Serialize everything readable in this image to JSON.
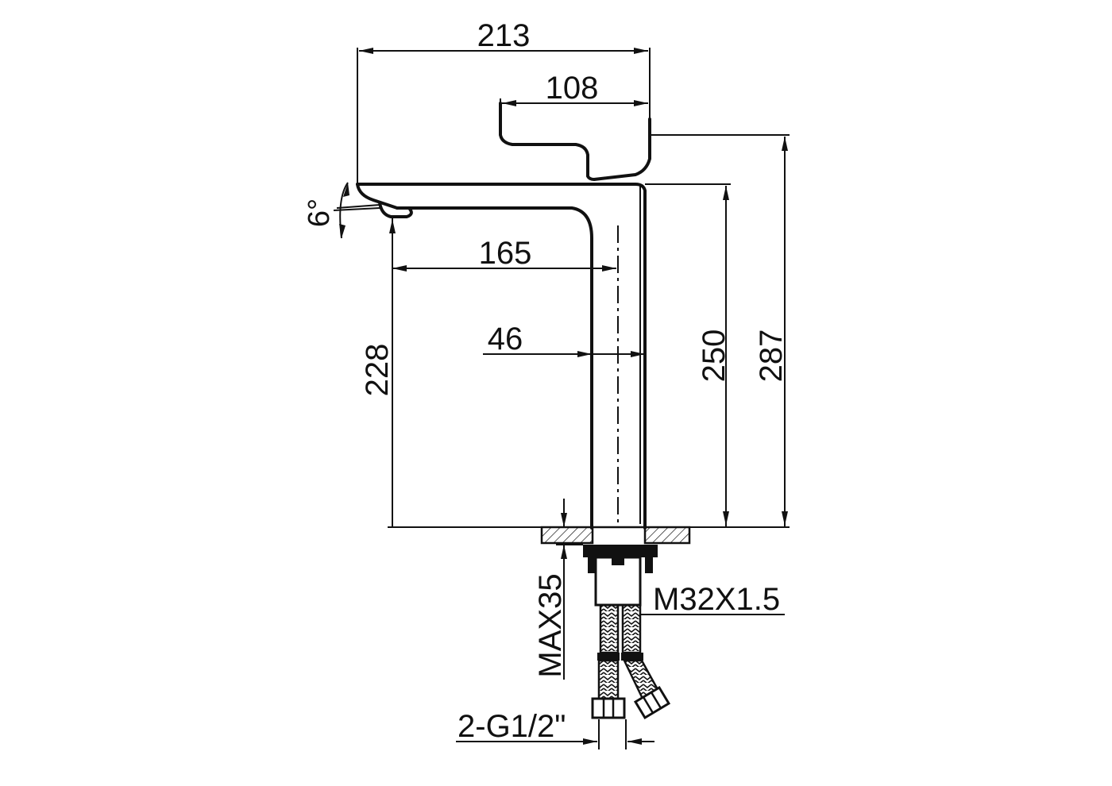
{
  "dimensions": {
    "overall_length": "213",
    "handle_length": "108",
    "spout_reach": "165",
    "body_width": "46",
    "spout_height": "228",
    "body_height": "250",
    "total_height": "287",
    "spout_angle": "6°",
    "max_deck_thickness": "MAX35",
    "mount_thread": "M32X1.5",
    "hose_connection": "2-G1/2\""
  }
}
